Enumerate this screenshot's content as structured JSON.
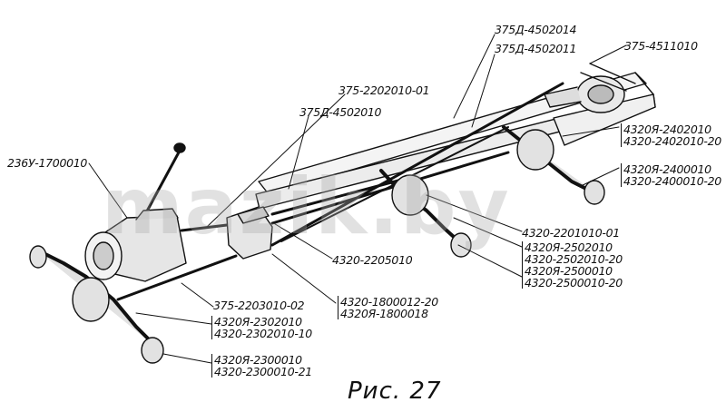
{
  "labels": {
    "engine": "236У-1700010",
    "shaft_mid": "375-2202010-01",
    "bracket_mid": "375Д-4502010",
    "top1": "375Д-4502014",
    "top2": "375Д-4502011",
    "winch": "375-4511010",
    "rear_bridge_a": "4320Я-2402010",
    "rear_bridge_b": "4320-2402010-20",
    "rear_axle_a": "4320Я-2400010",
    "rear_axle_b": "4320-2400010-20",
    "shaft_rear": "4320-2201010-01",
    "mid_bridge_a": "4320Я-2502010",
    "mid_bridge_b": "4320-2502010-20",
    "mid_axle_a": "4320Я-2500010",
    "mid_axle_b": "4320-2500010-20",
    "shaft_transfer": "4320-2205010",
    "shaft_front": "375-2203010-02",
    "transfer_a": "4320-1800012-20",
    "transfer_b": "4320Я-1800018",
    "front_bridge_a": "4320Я-2302010",
    "front_bridge_b": "4320-2302010-10",
    "front_axle_a": "4320Я-2300010",
    "front_axle_b": "4320-2300010-21"
  },
  "caption": "Рис. 27",
  "watermark": "mazik.by"
}
